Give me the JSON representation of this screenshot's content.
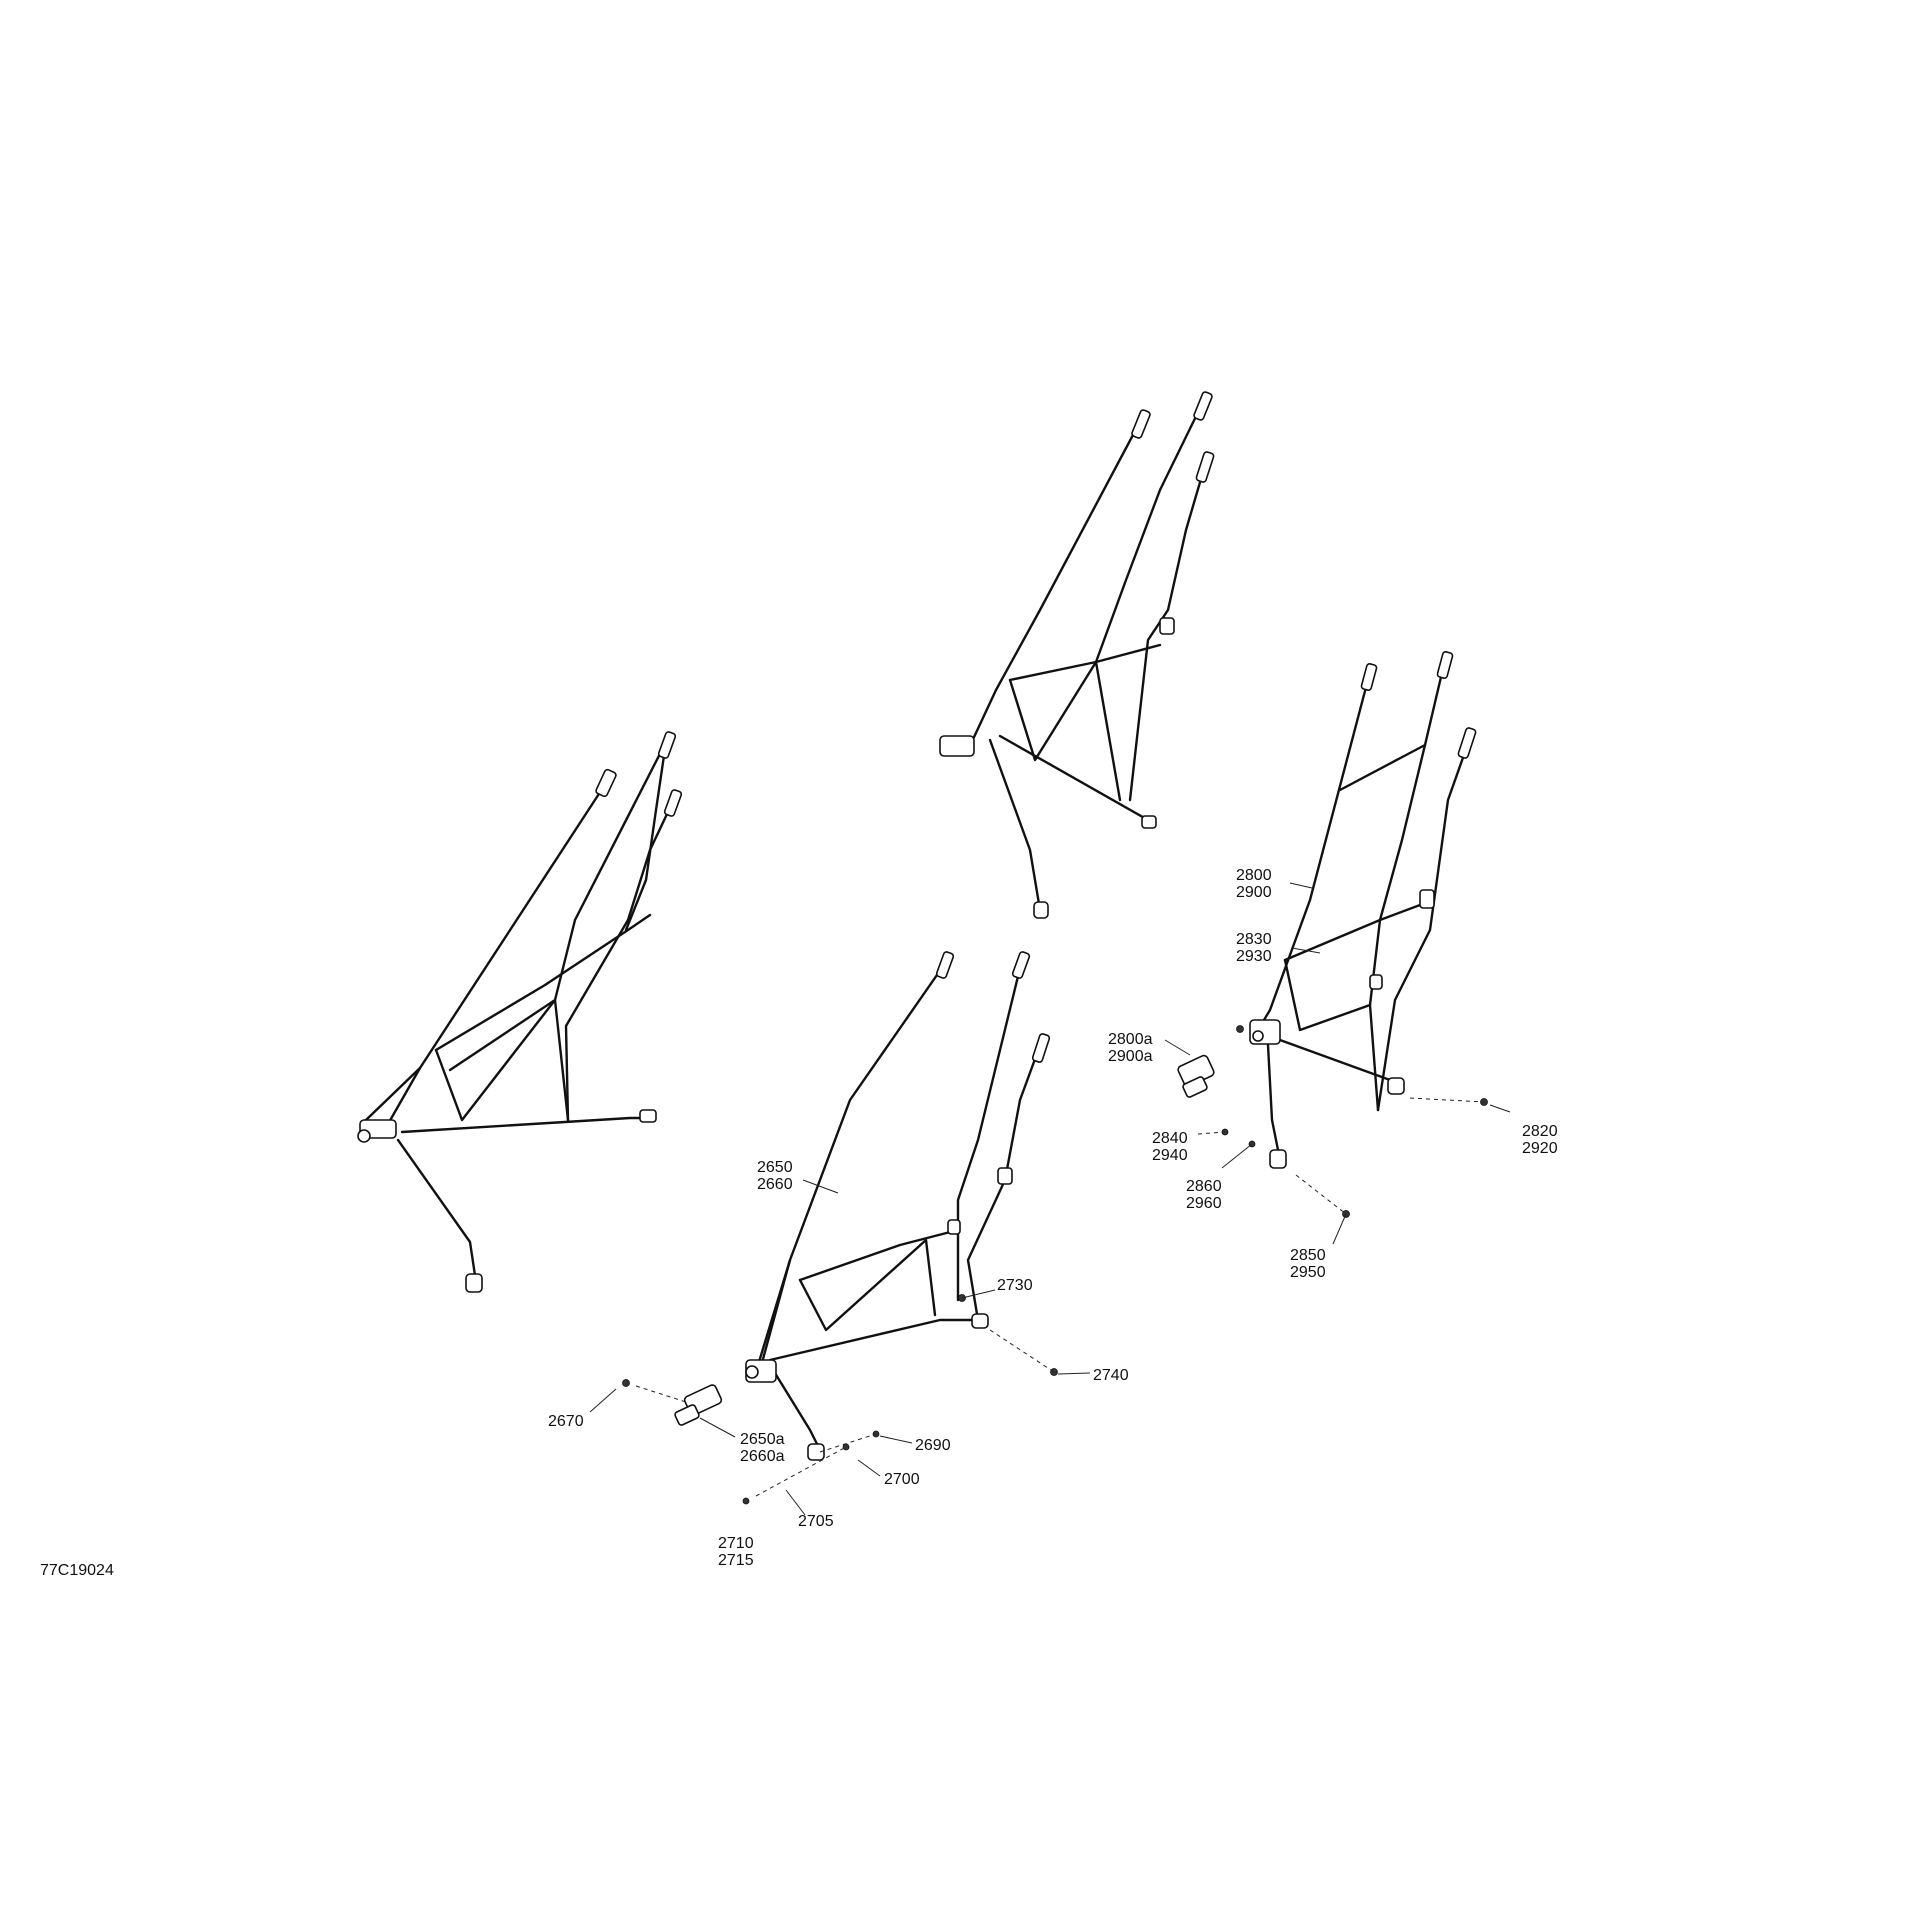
{
  "diagram_code": "77C19024",
  "callouts": [
    {
      "id": "c2800",
      "lines": [
        "2800",
        "2900"
      ]
    },
    {
      "id": "c2830",
      "lines": [
        "2830",
        "2930"
      ]
    },
    {
      "id": "c2800a",
      "lines": [
        "2800a",
        "2900a"
      ]
    },
    {
      "id": "c2840",
      "lines": [
        "2840",
        "2940"
      ]
    },
    {
      "id": "c2860",
      "lines": [
        "2860",
        "2960"
      ]
    },
    {
      "id": "c2820",
      "lines": [
        "2820",
        "2920"
      ]
    },
    {
      "id": "c2850",
      "lines": [
        "2850",
        "2950"
      ]
    },
    {
      "id": "c2650",
      "lines": [
        "2650",
        "2660"
      ]
    },
    {
      "id": "c2730",
      "lines": [
        "2730"
      ]
    },
    {
      "id": "c2740",
      "lines": [
        "2740"
      ]
    },
    {
      "id": "c2670",
      "lines": [
        "2670"
      ]
    },
    {
      "id": "c2650a",
      "lines": [
        "2650a",
        "2660a"
      ]
    },
    {
      "id": "c2690",
      "lines": [
        "2690"
      ]
    },
    {
      "id": "c2700",
      "lines": [
        "2700"
      ]
    },
    {
      "id": "c2705",
      "lines": [
        "2705"
      ]
    },
    {
      "id": "c2710",
      "lines": [
        "2710",
        "2715"
      ]
    }
  ]
}
